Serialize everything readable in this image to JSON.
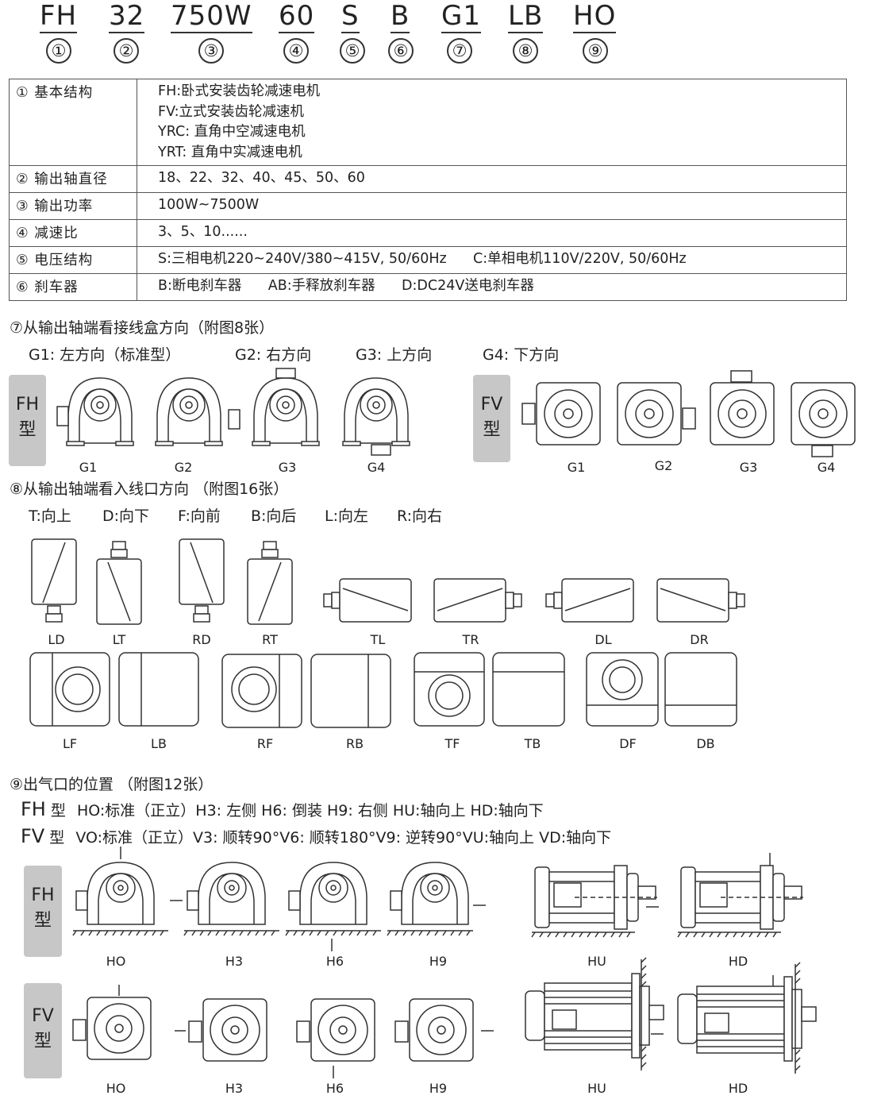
{
  "codes": [
    {
      "text": "FH",
      "num": "①"
    },
    {
      "text": "32",
      "num": "②"
    },
    {
      "text": "750W",
      "num": "③"
    },
    {
      "text": "60",
      "num": "④"
    },
    {
      "text": "S",
      "num": "⑤"
    },
    {
      "text": "B",
      "num": "⑥"
    },
    {
      "text": "G1",
      "num": "⑦"
    },
    {
      "text": "LB",
      "num": "⑧"
    },
    {
      "text": "HO",
      "num": "⑨"
    }
  ],
  "spec": [
    {
      "key": "① 基本结构",
      "lines": [
        "FH:卧式安装齿轮减速电机",
        "FV:立式安装齿轮减速机",
        "YRC: 直角中空减速电机",
        "YRT: 直角中实减速电机"
      ]
    },
    {
      "key": "② 输出轴直径",
      "lines": [
        "18、22、32、40、45、50、60"
      ]
    },
    {
      "key": "③ 输出功率",
      "lines": [
        "100W~7500W"
      ]
    },
    {
      "key": "④ 减速比",
      "lines": [
        "3、5、10......"
      ]
    },
    {
      "key": "⑤ 电压结构",
      "lines": [
        "S:三相电机220~240V/380~415V, 50/60Hz      C:单相电机110V/220V, 50/60Hz"
      ]
    },
    {
      "key": "⑥ 刹车器",
      "lines": [
        "B:断电刹车器      AB:手释放刹车器      D:DC24V送电刹车器"
      ]
    }
  ],
  "sec7": {
    "title": "⑦从输出轴端看接线盒方向（附图8张）",
    "options": [
      "G1: 左方向（标准型）",
      "G2: 右方向",
      "G3: 上方向",
      "G4: 下方向"
    ],
    "fh_side": "FH\n型",
    "fv_side": "FV\n型",
    "fh_labels": [
      "G1",
      "G2",
      "G3",
      "G4"
    ],
    "fv_labels": [
      "G1",
      "G2",
      "G3",
      "G4"
    ]
  },
  "sec8": {
    "title": "⑧从输出轴端看入线口方向  （附图16张）",
    "options": [
      "T:向上",
      "D:向下",
      "F:向前",
      "B:向后",
      "L:向左",
      "R:向右"
    ],
    "row1": [
      "LD",
      "LT",
      "RD",
      "RT",
      "TL",
      "TR",
      "DL",
      "DR"
    ],
    "row2": [
      "LF",
      "LB",
      "RF",
      "RB",
      "TF",
      "TB",
      "DF",
      "DB"
    ]
  },
  "sec9": {
    "title": "⑨出气口的位置  （附图12张）",
    "fh_prefix": "FH",
    "fh_type": "型",
    "fh_text": "HO:标准（正立）H3: 左侧   H6: 倒装   H9: 右侧   HU:轴向上  HD:轴向下",
    "fv_prefix": "FV",
    "fv_type": "型",
    "fv_text": "VO:标准（正立）V3: 顺转90°V6: 顺转180°V9: 逆转90°VU:轴向上  VD:轴向下",
    "fh_side": "FH\n型",
    "fv_side": "FV\n型",
    "fh_labels": [
      "HO",
      "H3",
      "H6",
      "H9",
      "HU",
      "HD"
    ],
    "fv_labels": [
      "HO",
      "H3",
      "H6",
      "H9",
      "HU",
      "HD"
    ]
  }
}
